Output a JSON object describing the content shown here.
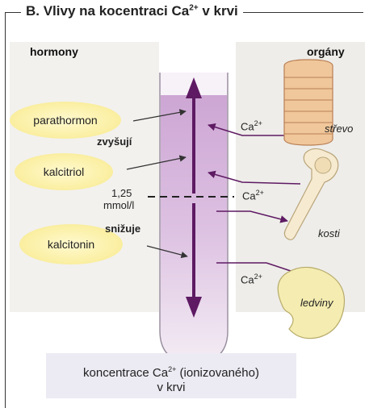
{
  "title": {
    "text": "B. Vlivy na kocentraci Ca",
    "sup": "2+",
    "suffix": " v krvi"
  },
  "headers": {
    "left": "hormony",
    "right": "orgány"
  },
  "hormones": {
    "parathormon": "parathormon",
    "kalcitriol": "kalcitriol",
    "kalcitonin": "kalcitonin"
  },
  "effects": {
    "increase": "zvyšují",
    "decrease": "snižuje"
  },
  "threshold": {
    "value": "1,25",
    "unit": "mmol/l"
  },
  "ion": {
    "base": "Ca",
    "charge": "2+"
  },
  "organs": {
    "gut": "střevo",
    "bone": "kosti",
    "kidney": "ledviny"
  },
  "footer": {
    "line1_prefix": "koncentrace Ca",
    "line1_sup": "2+",
    "line1_suffix": " (ionizovaného)",
    "line2": "v krvi"
  },
  "colors": {
    "accent": "#6b1f6e",
    "tube_fill": "#d9b8df",
    "hormone_bg": "#fbf0a6",
    "organ": "#f4e6b4"
  }
}
